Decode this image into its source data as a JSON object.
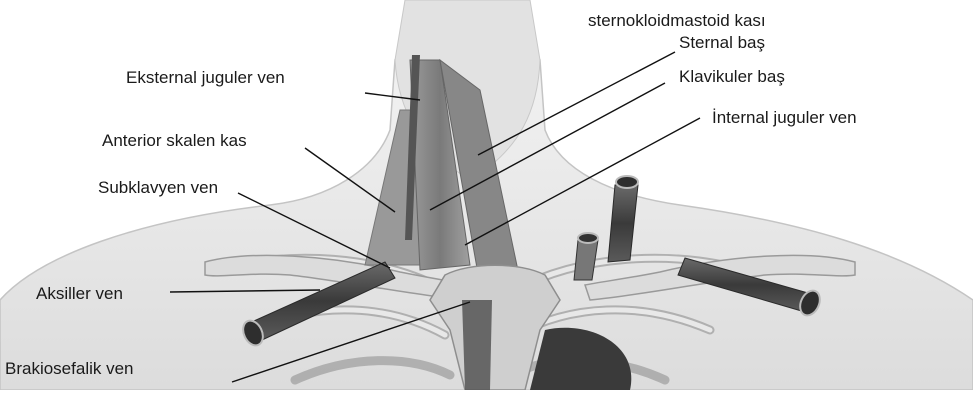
{
  "labels": {
    "scm": "sternokloidmastoid kası",
    "sternal_head": "Sternal baş",
    "clavicular_head": "Klavikuler baş",
    "internal_jugular": "İnternal juguler ven",
    "external_jugular": "Eksternal juguler ven",
    "anterior_scalene": "Anterior skalen kas",
    "subclavian": "Subklavyen ven",
    "axillary": "Aksiller ven",
    "brachiocephalic": "Brakiosefalik ven"
  },
  "colors": {
    "leader": "#111111",
    "skin": "#e6e6e6",
    "skin_edge": "#bdbdbd",
    "bone": "#d8d8d8",
    "bone_edge": "#9e9e9e",
    "muscle": "#8a8a8a",
    "vein": "#4a4a4a"
  }
}
